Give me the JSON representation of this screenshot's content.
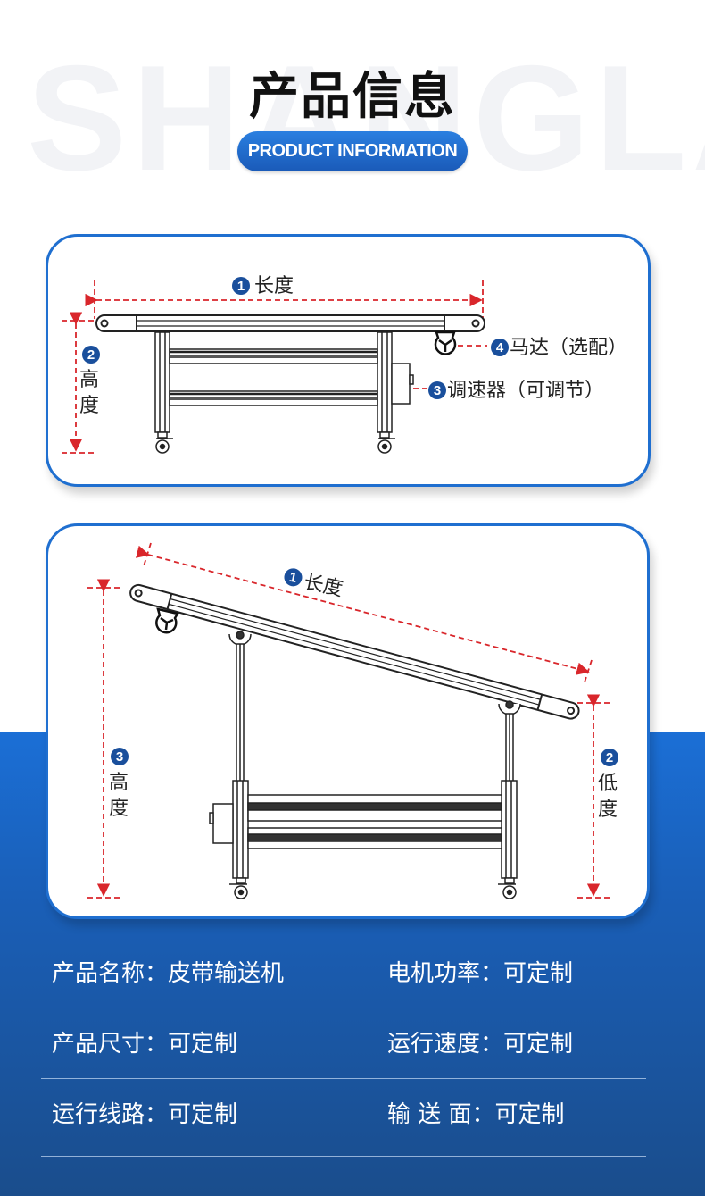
{
  "header": {
    "watermark": "SHANGLAN",
    "title": "产品信息",
    "subtitle_pill": "PRODUCT INFORMATION"
  },
  "colors": {
    "accent_blue": "#1f6fd0",
    "dimension_red": "#d9262b",
    "badge_blue": "#1a4f9c",
    "bg_blue_top": "#1b6fd6",
    "bg_blue_bottom": "#1a4d8c"
  },
  "diagram_flat": {
    "labels": {
      "length": {
        "num": "1",
        "text": "长度"
      },
      "height": {
        "num": "2",
        "text_line1": "高",
        "text_line2": "度"
      },
      "speed_controller": {
        "num": "3",
        "text": "调速器（可调节）"
      },
      "motor": {
        "num": "4",
        "text": "马达（选配）"
      }
    }
  },
  "diagram_inclined": {
    "labels": {
      "length": {
        "num": "1",
        "text": "长度"
      },
      "low_height": {
        "num": "2",
        "text_line1": "低",
        "text_line2": "度"
      },
      "height": {
        "num": "3",
        "text_line1": "高",
        "text_line2": "度"
      }
    }
  },
  "specs": {
    "rows": [
      {
        "left": "产品名称：皮带输送机",
        "right": "电机功率：可定制"
      },
      {
        "left": "产品尺寸：可定制",
        "right": "运行速度：可定制"
      },
      {
        "left": "运行线路：可定制",
        "right": "输  送  面：可定制"
      }
    ]
  }
}
